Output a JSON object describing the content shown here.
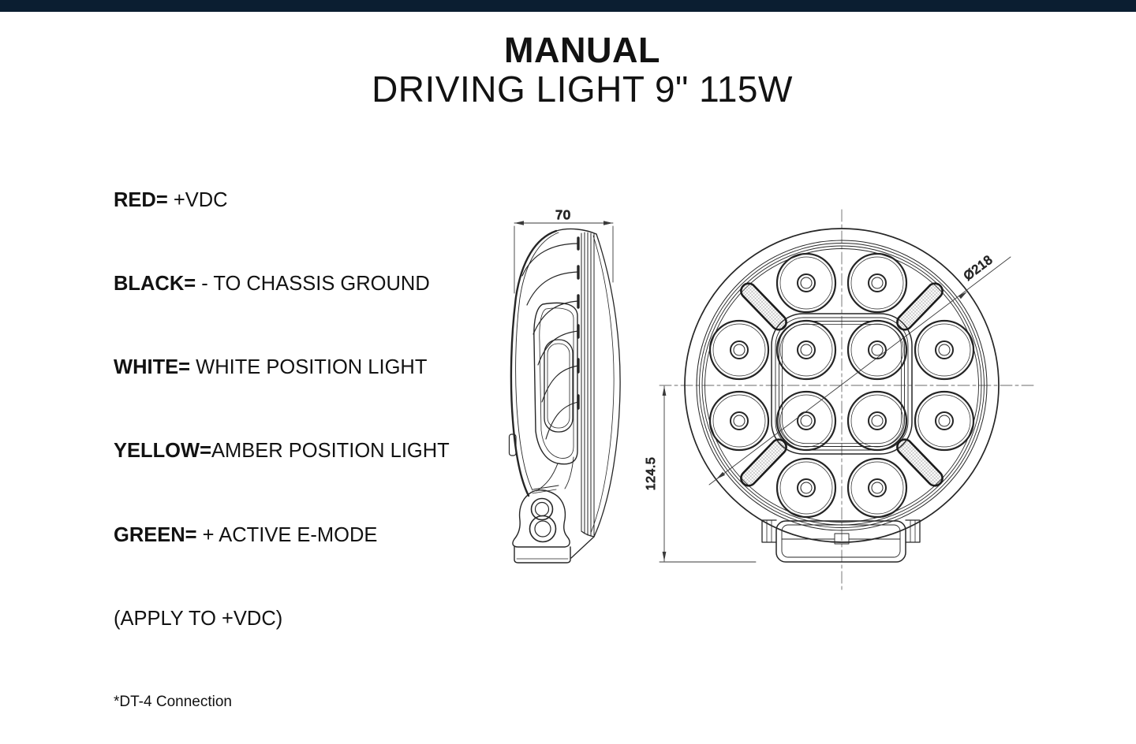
{
  "page": {
    "top_bar_color": "#0b1e31",
    "background_color": "#ffffff"
  },
  "header": {
    "title": "MANUAL",
    "subtitle": "DRIVING LIGHT 9\" 115W"
  },
  "wiring": {
    "lines": [
      {
        "label": "RED=",
        "value": " +VDC"
      },
      {
        "label": "BLACK=",
        "value": " - TO CHASSIS GROUND"
      },
      {
        "label": "WHITE=",
        "value": " WHITE POSITION LIGHT"
      },
      {
        "label": "YELLOW=",
        "value": "AMBER POSITION LIGHT"
      },
      {
        "label": "GREEN=",
        "value": " + ACTIVE E-MODE"
      }
    ],
    "continuation": "(APPLY TO +VDC)",
    "footnote": "*DT-4 Connection"
  },
  "drawings": {
    "side_view": {
      "name": "side profile view",
      "width_dim": "70"
    },
    "front_view": {
      "name": "front view",
      "diameter_dim": "Ø218",
      "height_dim": "124.5",
      "led_count": 12,
      "position_light_strips": 4
    }
  }
}
